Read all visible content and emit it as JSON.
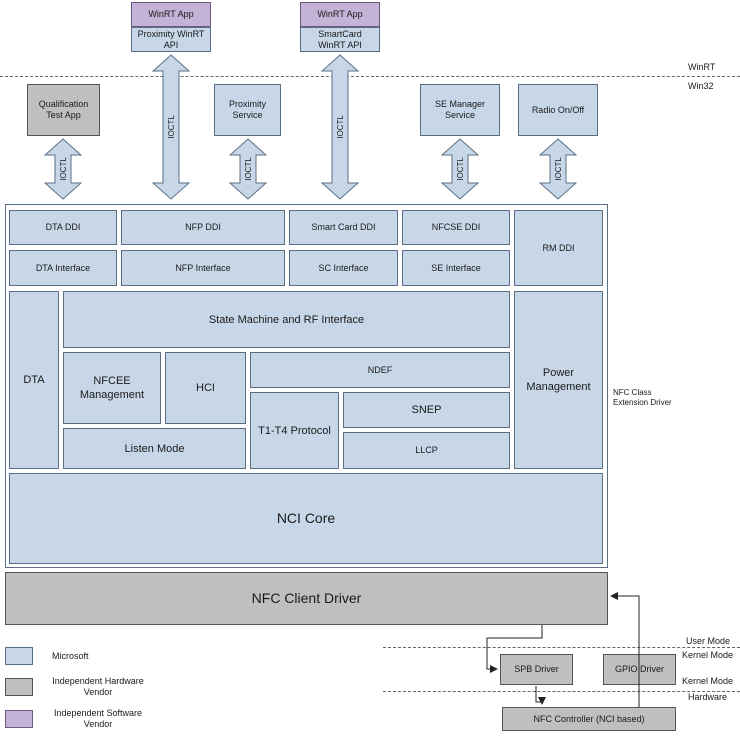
{
  "apps": {
    "winrt_app_1": "WinRT App",
    "proximity_api": "Proximity WinRT API",
    "winrt_app_2": "WinRT App",
    "smartcard_api": "SmartCard WinRT API",
    "qualification_test_app": "Qualification Test App",
    "proximity_service": "Proximity Service",
    "se_manager_service": "SE Manager Service",
    "radio_on_off": "Radio On/Off"
  },
  "layers": {
    "winrt": "WinRT",
    "win32": "Win32",
    "user_mode": "User Mode",
    "kernel_mode_1": "Kernel Mode",
    "kernel_mode_2": "Kernel Mode",
    "hardware": "Hardware"
  },
  "ioctl": "IOCTL",
  "ddi": {
    "dta_ddi": "DTA DDI",
    "nfp_ddi": "NFP DDI",
    "smart_card_ddi": "Smart Card DDI",
    "nfcse_ddi": "NFCSE DDI",
    "rm_ddi": "RM DDI",
    "dta_interface": "DTA Interface",
    "nfp_interface": "NFP Interface",
    "sc_interface": "SC Interface",
    "se_interface": "SE Interface"
  },
  "core": {
    "dta": "DTA",
    "state_machine": "State Machine and RF Interface",
    "nfcee": "NFCEE Management",
    "hci": "HCI",
    "ndef": "NDEF",
    "t1t4": "T1-T4 Protocol",
    "snep": "SNEP",
    "llcp": "LLCP",
    "listen_mode": "Listen Mode",
    "power_management": "Power Management",
    "nci_core": "NCI Core",
    "cx_label": "NFC Class Extension Driver"
  },
  "drivers": {
    "nfc_client_driver": "NFC Client Driver",
    "spb_driver": "SPB Driver",
    "gpio_driver": "GPIO Driver",
    "nfc_controller": "NFC Controller (NCI based)"
  },
  "legend": {
    "microsoft": "Microsoft",
    "ihv": "Independent Hardware Vendor",
    "isv": "Independent Software Vendor"
  }
}
